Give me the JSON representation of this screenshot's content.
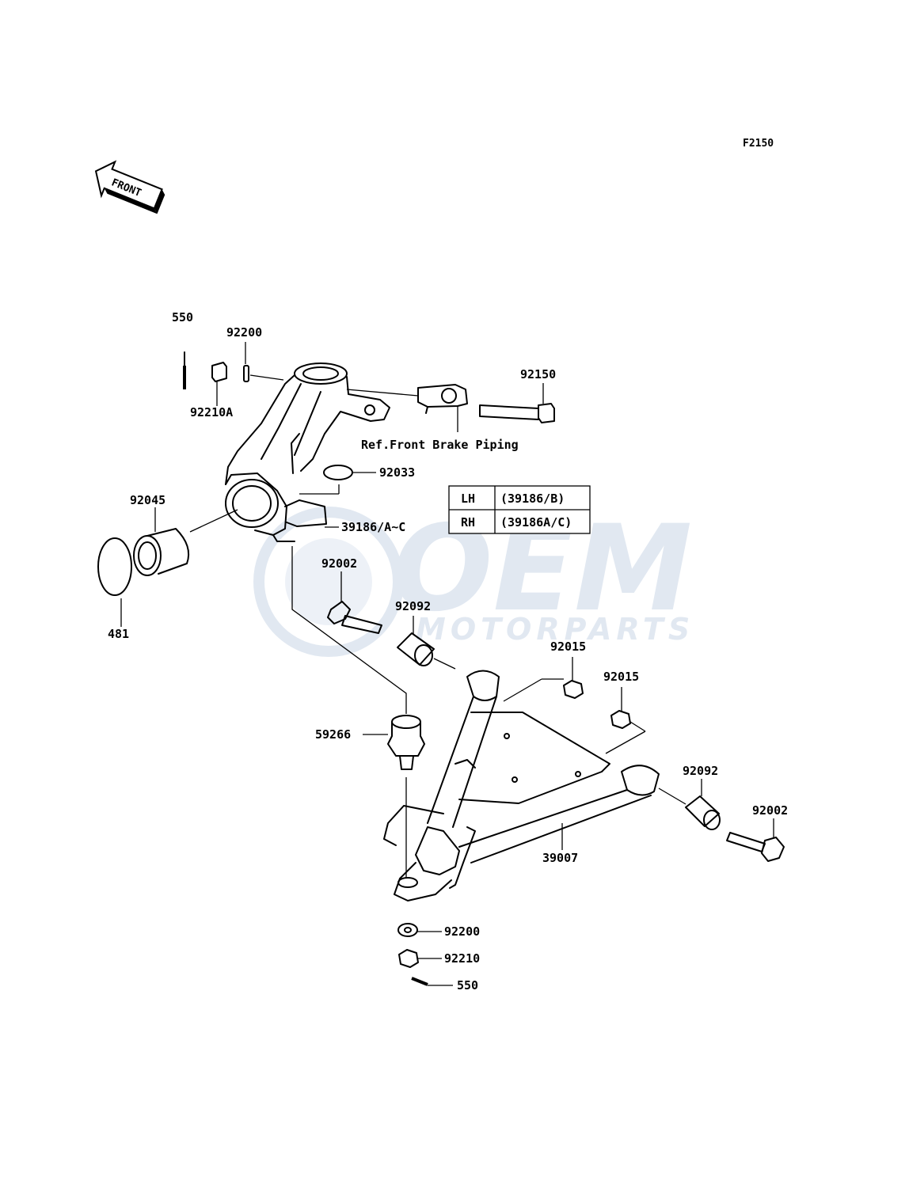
{
  "diagram_code": "F2150",
  "front_arrow": {
    "label": "FRONT"
  },
  "watermark": {
    "brand": "OEM",
    "tagline": "MOTORPARTS",
    "color": "#c9d6e6"
  },
  "callouts": {
    "p550_top": "550",
    "p92200_top": "92200",
    "p92210A": "92210A",
    "p92150": "92150",
    "ref_brake": "Ref.Front Brake Piping",
    "p92033": "92033",
    "p92045": "92045",
    "p39186": "39186/A~C",
    "p481": "481",
    "p92002_left": "92002",
    "p92092_left": "92092",
    "p92015_a": "92015",
    "p92015_b": "92015",
    "p59266": "59266",
    "p92092_right": "92092",
    "p92002_right": "92002",
    "p39007": "39007",
    "p92200_bottom": "92200",
    "p92210": "92210",
    "p550_bottom": "550"
  },
  "variant_table": {
    "rows": [
      {
        "side": "LH",
        "part": "(39186/B)"
      },
      {
        "side": "RH",
        "part": "(39186A/C)"
      }
    ]
  }
}
